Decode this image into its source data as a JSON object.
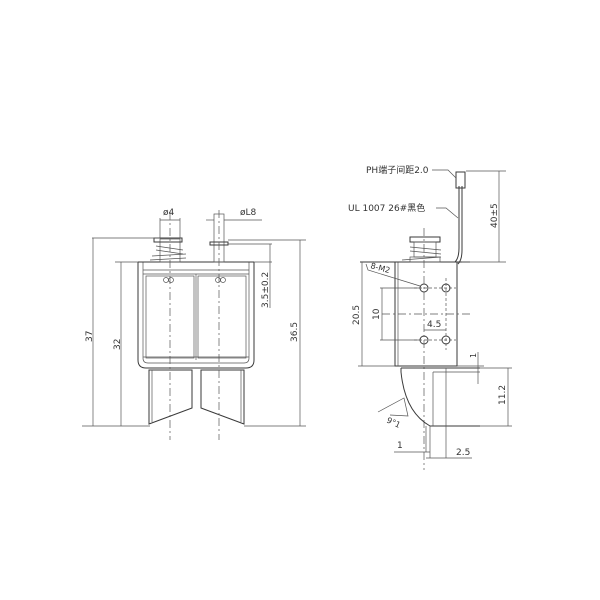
{
  "drawing": {
    "title": "Solenoid technical drawing",
    "front_view": {
      "dim_shaft_left_diameter": "ø4",
      "dim_shaft_right_diameter": "øL8",
      "dim_overall_height": "37",
      "dim_frame_height": "32",
      "dim_plunger_stroke": "3.5±0.2",
      "dim_right_height": "36.5"
    },
    "side_view": {
      "label_connector": "PH端子间距2.0",
      "label_wire": "UL 1007 26#黑色",
      "dim_wire_length": "40±5",
      "label_mount_holes": "8-M2",
      "dim_body_height": "20.5",
      "dim_hole_vertical_spacing": "10",
      "dim_hole_horizontal_spacing": "4.5",
      "dim_gap": "1",
      "dim_lower_height": "11.2",
      "dim_angle": "9°1",
      "dim_tip_offset": "1",
      "dim_tip_width": "2.5"
    }
  }
}
